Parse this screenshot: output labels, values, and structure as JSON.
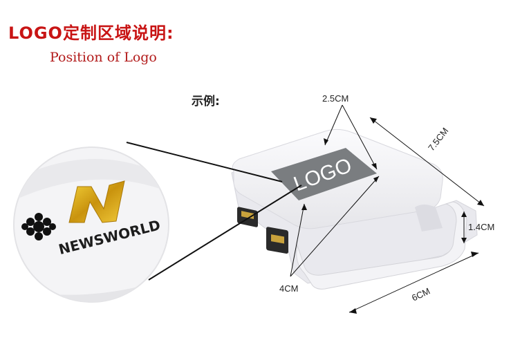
{
  "header": {
    "title": "LOGO定制区域说明:",
    "subtitle": "Position of Logo"
  },
  "example_label": "示例:",
  "product": {
    "logo_text": "LOGO",
    "colors": {
      "body": "#f6f6f8",
      "logo_plate": "#7a7d80",
      "accent_gold": "#d4a514"
    }
  },
  "dimensions": {
    "logo_width": "2.5CM",
    "logo_height": "4CM",
    "length": "7.5CM",
    "width": "6CM",
    "thickness": "1.4CM"
  },
  "zoom": {
    "brand_text": "NEWSWORLD",
    "brand_mark": "N"
  }
}
